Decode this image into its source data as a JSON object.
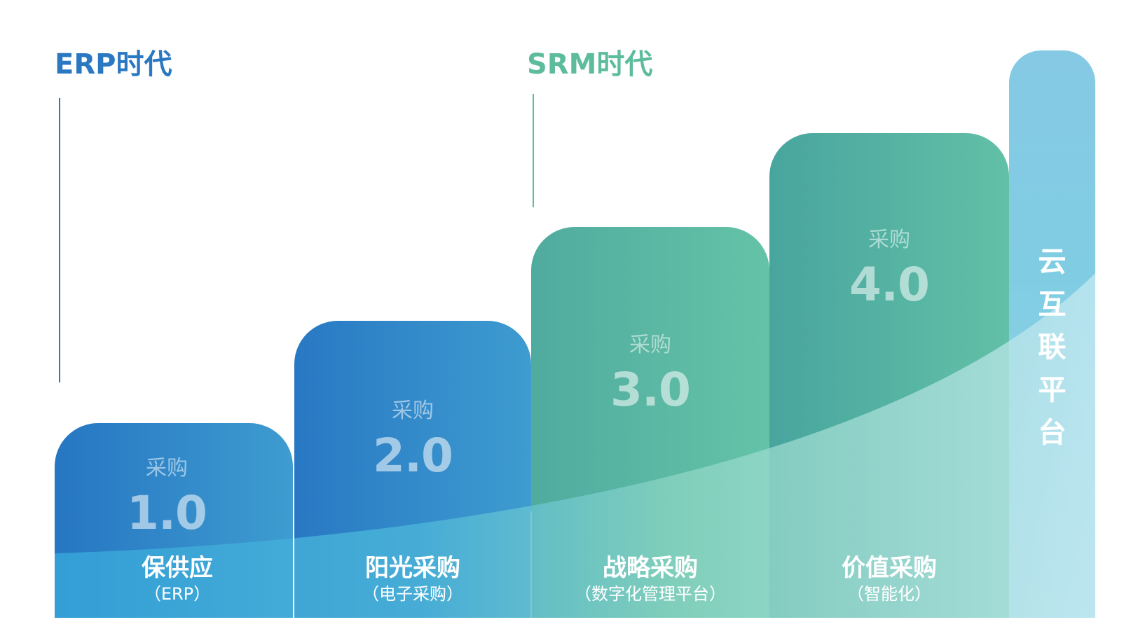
{
  "eras": [
    {
      "label": "ERP时代",
      "color": "#2a78c2"
    },
    {
      "label": "SRM时代",
      "color": "#5cbc9c"
    }
  ],
  "stages": [
    {
      "prefix": "采购",
      "version": "1.0",
      "name": "保供应",
      "note": "（ERP）"
    },
    {
      "prefix": "采购",
      "version": "2.0",
      "name": "阳光采购",
      "note": "（电子采购）"
    },
    {
      "prefix": "采购",
      "version": "3.0",
      "name": "战略采购",
      "note": "（数字化管理平台）"
    },
    {
      "prefix": "采购",
      "version": "4.0",
      "name": "价值采购",
      "note": "（智能化）"
    }
  ],
  "cloud_platform": {
    "label": "云\n互\n联\n平\n台"
  },
  "colors": {
    "blue_dark": "#2676c2",
    "blue_light": "#3e9cd0",
    "green_dark": "#48a59e",
    "green_light": "#64c3a7",
    "sky": "#86c9e4"
  }
}
